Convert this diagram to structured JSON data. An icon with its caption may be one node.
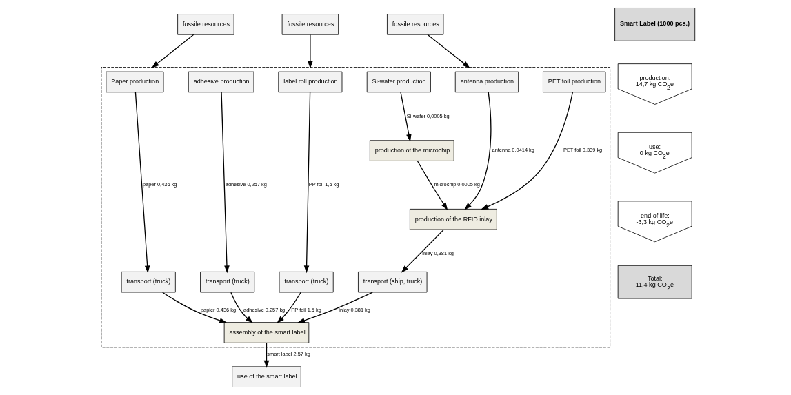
{
  "diagram": {
    "nodes": [
      {
        "text": [
          "fossile resources"
        ]
      },
      {
        "text": [
          "fossile resources"
        ]
      },
      {
        "text": [
          "fossile resources"
        ]
      },
      {
        "text": [],
        "shape": "box"
      },
      {
        "text": [
          "Paper production"
        ],
        "in": 3
      },
      {
        "text": [
          "adhesive production"
        ],
        "in": 3
      },
      {
        "text": [
          "label roll production"
        ],
        "in": 3
      },
      {
        "text": [
          "Si-wafer production"
        ],
        "in": 3
      },
      {
        "text": [
          "antenna production"
        ],
        "in": 3
      },
      {
        "text": [
          "PET foil production"
        ],
        "in": 3
      },
      {
        "text": [
          "production of the microchip"
        ],
        "in": 3
      },
      {
        "text": [
          "production of the RFID inlay"
        ],
        "in": 3
      },
      {
        "text": [
          "transport (truck)"
        ],
        "in": 3
      },
      {
        "text": [
          "transport (truck)"
        ],
        "in": 3
      },
      {
        "text": [
          "transport (truck)"
        ],
        "in": 3
      },
      {
        "text": [
          "transport (ship, truck)"
        ],
        "in": 3
      },
      {
        "text": [
          "assembly of the smart label"
        ],
        "in": 3
      },
      {
        "text": [
          "use of the smart label"
        ]
      },
      {
        "text": [
          "Smart Label (1000 pcs.)"
        ]
      },
      {
        "text": [
          "production:",
          "14,7 kg CO$_{2}$e"
        ]
      },
      {
        "text": [
          "use:",
          "0 kg CO$_{2}$e"
        ]
      },
      {
        "text": [
          "end of life:",
          "-3,3 kg CO$_{2}$e"
        ]
      },
      {
        "text": [
          "Total:",
          "11,4 kg CO$_{2}$e"
        ]
      }
    ],
    "edges": [
      {
        "from": 0,
        "to": 3,
        "arrow": "to"
      },
      {
        "from": 1,
        "to": 3,
        "arrow": "to"
      },
      {
        "from": 2,
        "to": 3,
        "arrow": "to"
      },
      {
        "from": 4,
        "to": 12,
        "arrow": "to",
        "label": "paper 0,436 kg"
      },
      {
        "from": 5,
        "to": 13,
        "arrow": "to",
        "label": "adhesive 0,257 kg"
      },
      {
        "from": 6,
        "to": 14,
        "arrow": "to",
        "label": "PP foil 1,5 kg"
      },
      {
        "from": 7,
        "to": 10,
        "arrow": "to",
        "label": "Si-wafer 0,0005 kg"
      },
      {
        "from": 10,
        "to": 11,
        "arrow": "to",
        "label": "microchip 0,0005 kg"
      },
      {
        "from": 8,
        "to": 11,
        "arrow": "to",
        "label": "antenna 0,0414 kg"
      },
      {
        "from": 9,
        "to": 11,
        "arrow": "to",
        "label": "PET foil 0,339 kg"
      },
      {
        "from": 11,
        "to": 15,
        "arrow": "to",
        "label": "inlay 0,381 kg"
      },
      {
        "from": 12,
        "to": 16,
        "arrow": "to",
        "label": "papier 0,436 kg"
      },
      {
        "from": 13,
        "to": 16,
        "arrow": "to",
        "label": "adhesive 0,257 kg"
      },
      {
        "from": 14,
        "to": 16,
        "arrow": "to",
        "label": "PP foil 1,5 kg"
      },
      {
        "from": 15,
        "to": 16,
        "arrow": "to",
        "label": "inlay 0,381 kg"
      },
      {
        "from": 16,
        "to": 17,
        "arrow": "to",
        "label": "smart label 2,57 kg"
      }
    ]
  }
}
